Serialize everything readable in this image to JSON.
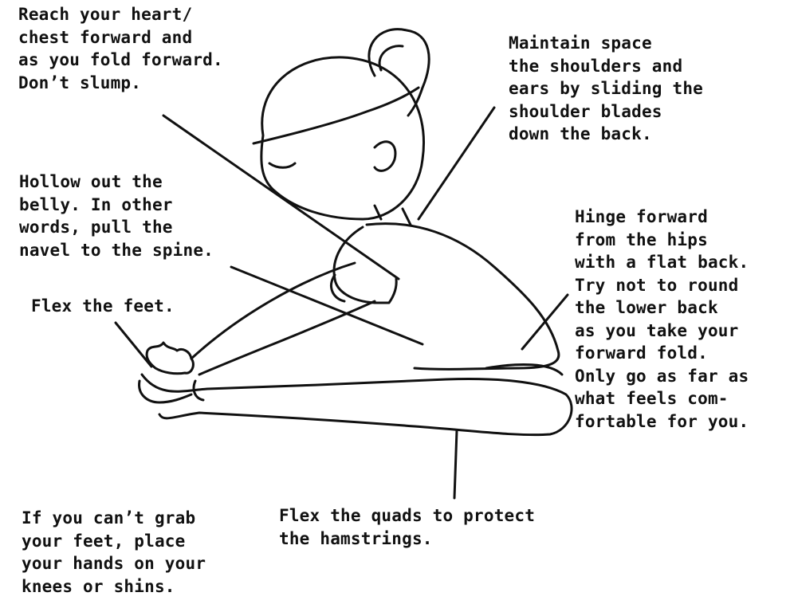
{
  "annotations": {
    "reach_chest": [
      "Reach your heart/",
      "chest forward and",
      "as you fold forward.",
      "Don’t slump."
    ],
    "maintain_space": [
      "Maintain space",
      "the shoulders and",
      "ears by sliding the",
      "shoulder blades",
      "down the back."
    ],
    "hollow_belly": [
      "Hollow out the",
      "belly. In other",
      "words, pull the",
      "navel to the spine."
    ],
    "hinge_forward": [
      "Hinge forward",
      "from the hips",
      "with a flat back.",
      "Try not to round",
      "the lower back",
      "as you take your",
      "forward fold.",
      "Only go as far as",
      "what feels com-",
      "fortable for you."
    ],
    "flex_feet": [
      "Flex the feet."
    ],
    "grab_feet": [
      "If you can’t grab",
      "your feet, place",
      "your hands on your",
      "knees or shins."
    ],
    "flex_quads": [
      "Flex the quads to protect",
      "the hamstrings."
    ]
  },
  "colors": {
    "ink": "#111111",
    "background": "#ffffff"
  }
}
